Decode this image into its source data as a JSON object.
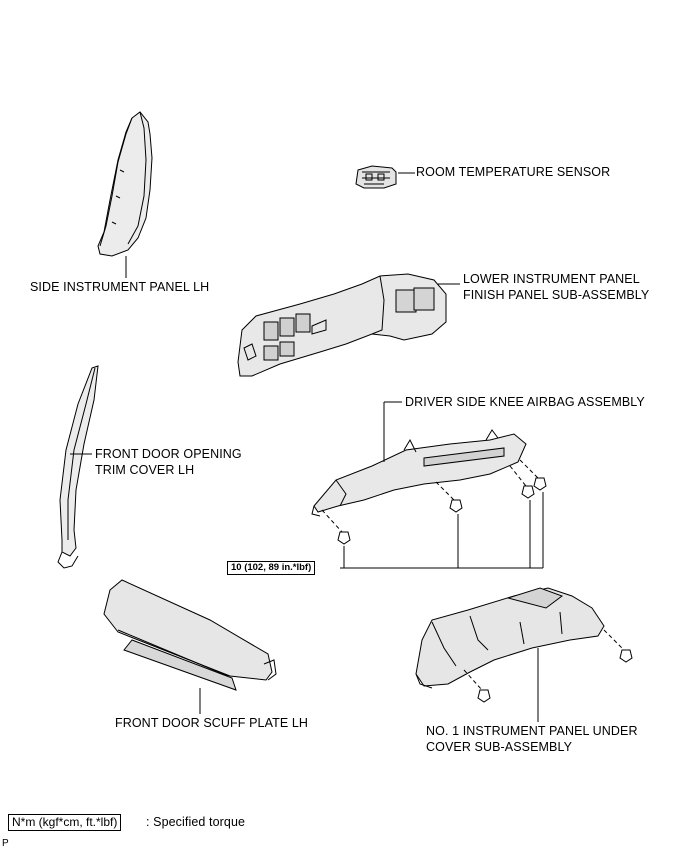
{
  "labels": {
    "room_temp_sensor": "ROOM TEMPERATURE SENSOR",
    "side_panel_lh": "SIDE INSTRUMENT PANEL LH",
    "lower_panel_line1": "LOWER INSTRUMENT PANEL",
    "lower_panel_line2": "FINISH PANEL SUB-ASSEMBLY",
    "knee_airbag": "DRIVER SIDE KNEE AIRBAG ASSEMBLY",
    "door_trim_line1": "FRONT DOOR OPENING",
    "door_trim_line2": "TRIM COVER LH",
    "scuff_plate": "FRONT DOOR SCUFF PLATE LH",
    "under_cover_line1": "NO. 1 INSTRUMENT PANEL UNDER",
    "under_cover_line2": "COVER SUB-ASSEMBLY"
  },
  "torque": {
    "value": "10 (102, 89 in.*lbf)"
  },
  "legend": {
    "unit": "N*m (kgf*cm, ft.*lbf)",
    "text": ": Specified torque"
  },
  "footer": {
    "code": "P"
  }
}
